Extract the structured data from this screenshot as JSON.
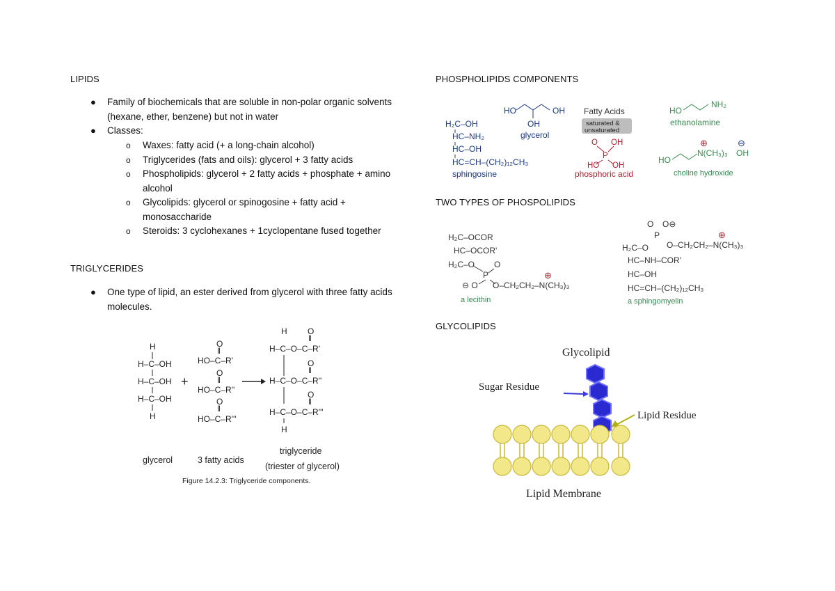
{
  "left": {
    "lipids_heading": "LIPIDS",
    "bullet1": "Family of biochemicals that are soluble in non-polar organic solvents (hexane, ether, benzene) but not in water",
    "bullet2": "Classes:",
    "classes": [
      "Waxes: fatty acid (+ a long-chain alcohol)",
      "Triglycerides (fats and oils): glycerol + 3 fatty acids",
      "Phospholipids: glycerol + 2 fatty acids + phosphate + amino alcohol",
      "Glycolipids: glycerol or spinogosine + fatty acid + monosaccharide",
      "Steroids: 3 cyclohexanes + 1cyclopentane fused together"
    ],
    "trig_heading": "TRIGLYCERIDES",
    "trig_bullet": "One type of lipid, an ester derived from glycerol with three fatty acids molecules.",
    "figure": {
      "glycerol_label": "glycerol",
      "fatty_label": "3 fatty acids",
      "trig_label": "triglyceride",
      "trig_sub": "(triester of glycerol)",
      "caption": "Figure 14.2.3: Triglyceride components."
    }
  },
  "right": {
    "phospho_heading": "PHOSPHOLIPIDS COMPONENTS",
    "components": {
      "sphingosine": "sphingosine",
      "glycerol": "glycerol",
      "fatty_acids": "Fatty Acids",
      "saturated": "saturated &",
      "unsaturated": "unsaturated",
      "phosphoric": "phosphoric acid",
      "ethanolamine": "ethanolamine",
      "choline": "choline hydroxide"
    },
    "two_types_heading": "TWO TYPES OF PHOSPOLIPIDS",
    "two_types": {
      "lecithin": "a lecithin",
      "sphingomyelin": "a sphingomyelin"
    },
    "glyco_heading": "GLYCOLIPIDS",
    "glyco": {
      "title": "Glycolipid",
      "sugar": "Sugar Residue",
      "lipid": "Lipid Residue",
      "membrane": "Lipid Membrane"
    }
  },
  "colors": {
    "chem_blue": "#1a3a8a",
    "red": "#b02030",
    "green": "#3a8a50",
    "membrane": "#f2e88a",
    "sugar": "#2a2ad0"
  }
}
